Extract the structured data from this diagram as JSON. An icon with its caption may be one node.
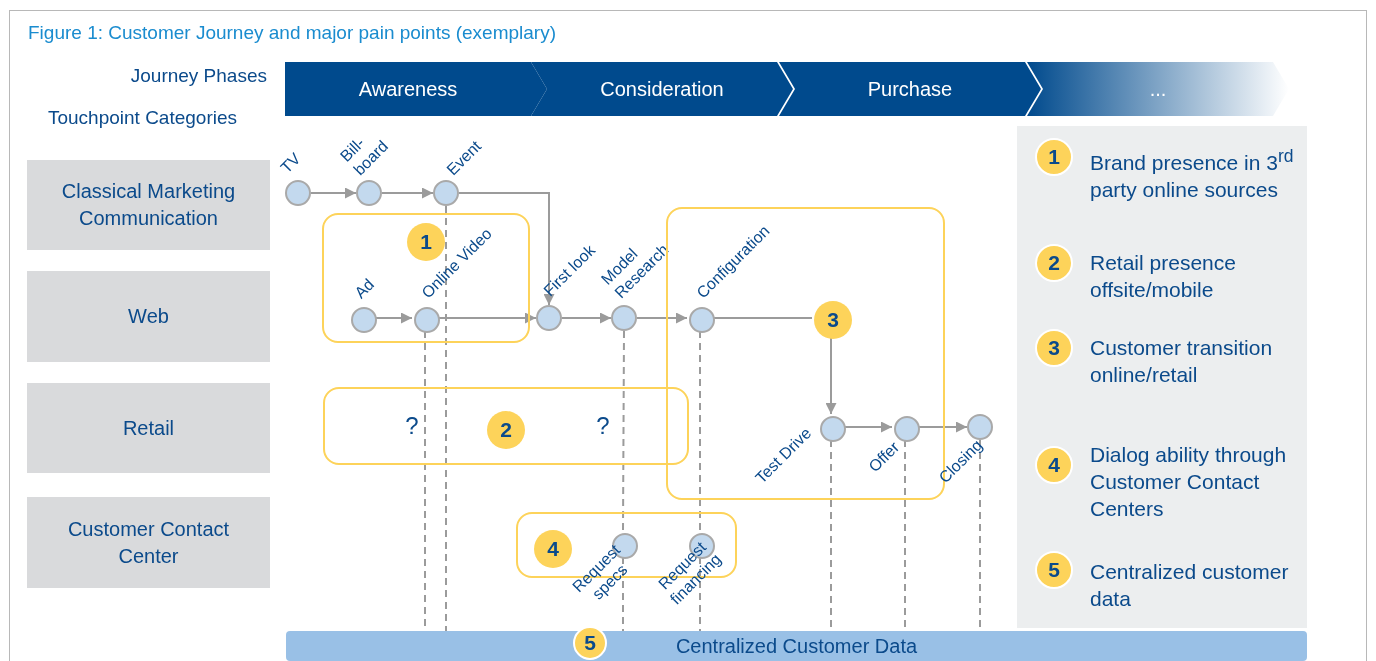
{
  "diagram": {
    "title": "Figure 1: Customer Journey and major pain points (exemplary)",
    "nodes": [
      {
        "text": [
          "Awareness"
        ]
      },
      {
        "text": [
          "Consideration"
        ]
      },
      {
        "text": [
          "Purchase"
        ]
      },
      {
        "text": [
          "..."
        ]
      },
      {
        "text": [
          "Classical Marketing Communication"
        ]
      },
      {
        "text": [
          "Web"
        ]
      },
      {
        "text": [
          "Retail"
        ]
      },
      {
        "text": [
          "Customer Contact Center"
        ]
      },
      {
        "text": [
          "TV"
        ]
      },
      {
        "text": [
          "Bill- board"
        ]
      },
      {
        "text": [
          "Event"
        ]
      },
      {
        "text": [],
        "shape": "box"
      },
      {
        "text": [
          "1"
        ],
        "in": 11
      },
      {
        "text": [
          "Ad"
        ],
        "in": 11
      },
      {
        "text": [
          "Online Video"
        ],
        "in": 11
      },
      {
        "text": [
          "First look"
        ]
      },
      {
        "text": [
          "Model Research"
        ]
      },
      {
        "text": [],
        "shape": "box"
      },
      {
        "text": [
          "Configuration"
        ],
        "in": 17
      },
      {
        "text": [
          "3"
        ],
        "in": 17
      },
      {
        "text": [
          "Test Drive"
        ],
        "in": 17
      },
      {
        "text": [
          "Offer"
        ],
        "in": 17
      },
      {
        "text": [
          "Closing"
        ]
      },
      {
        "text": [
          "?",
          "?"
        ]
      },
      {
        "text": [
          "2"
        ],
        "in": 23
      },
      {
        "text": [],
        "shape": "box"
      },
      {
        "text": [
          "4"
        ],
        "in": 25
      },
      {
        "text": [
          "Request specs"
        ],
        "in": 25
      },
      {
        "text": [
          "Request financing"
        ],
        "in": 25
      },
      {
        "text": [
          "Centralized Customer Data"
        ]
      },
      {
        "text": [
          "5"
        ]
      },
      {
        "text": [],
        "shape": "box"
      },
      {
        "text": [
          "1"
        ],
        "in": 31,
        "beside": [
          "Brand presence in 3$^{rd}$ party online sources"
        ]
      },
      {
        "text": [
          "2"
        ],
        "in": 31,
        "beside": [
          "Retail presence offsite/mobile"
        ]
      },
      {
        "text": [
          "3"
        ],
        "in": 31,
        "beside": [
          "Customer transition online/retail"
        ]
      },
      {
        "text": [
          "4"
        ],
        "in": 31,
        "beside": [
          "Dialog ability through Customer Contact Centers"
        ]
      },
      {
        "text": [
          "5"
        ],
        "in": 31,
        "beside": [
          "Centralized customer data"
        ]
      }
    ],
    "edges": [
      {
        "from": 8,
        "to": 9,
        "arrow": "to"
      },
      {
        "from": 9,
        "to": 10,
        "arrow": "to"
      },
      {
        "from": 10,
        "to": 15,
        "arrow": "to"
      },
      {
        "from": 13,
        "to": 14,
        "arrow": "to"
      },
      {
        "from": 14,
        "to": 15,
        "arrow": "to"
      },
      {
        "from": 15,
        "to": 16,
        "arrow": "to"
      },
      {
        "from": 16,
        "to": 18,
        "arrow": "to"
      },
      {
        "from": 18,
        "to": 19,
        "arrow": "none"
      },
      {
        "from": 19,
        "to": 20,
        "arrow": "to"
      },
      {
        "from": 20,
        "to": 21,
        "arrow": "to"
      },
      {
        "from": 21,
        "to": 22,
        "arrow": "to"
      },
      {
        "from": 10,
        "to": 29,
        "arrow": "none",
        "style": "dashed"
      },
      {
        "from": 14,
        "to": 29,
        "arrow": "none",
        "style": "dashed"
      },
      {
        "from": 16,
        "to": 27,
        "arrow": "none",
        "style": "dashed"
      },
      {
        "from": 27,
        "to": 29,
        "arrow": "none",
        "style": "dashed"
      },
      {
        "from": 18,
        "to": 28,
        "arrow": "none",
        "style": "dashed"
      },
      {
        "from": 28,
        "to": 29,
        "arrow": "none",
        "style": "dashed"
      },
      {
        "from": 20,
        "to": 29,
        "arrow": "none",
        "style": "dashed"
      },
      {
        "from": 21,
        "to": 29,
        "arrow": "none",
        "style": "dashed"
      },
      {
        "from": 22,
        "to": 29,
        "arrow": "none",
        "style": "dashed"
      }
    ],
    "labels": [
      "Journey Phases",
      "Touchpoint Categories"
    ]
  }
}
